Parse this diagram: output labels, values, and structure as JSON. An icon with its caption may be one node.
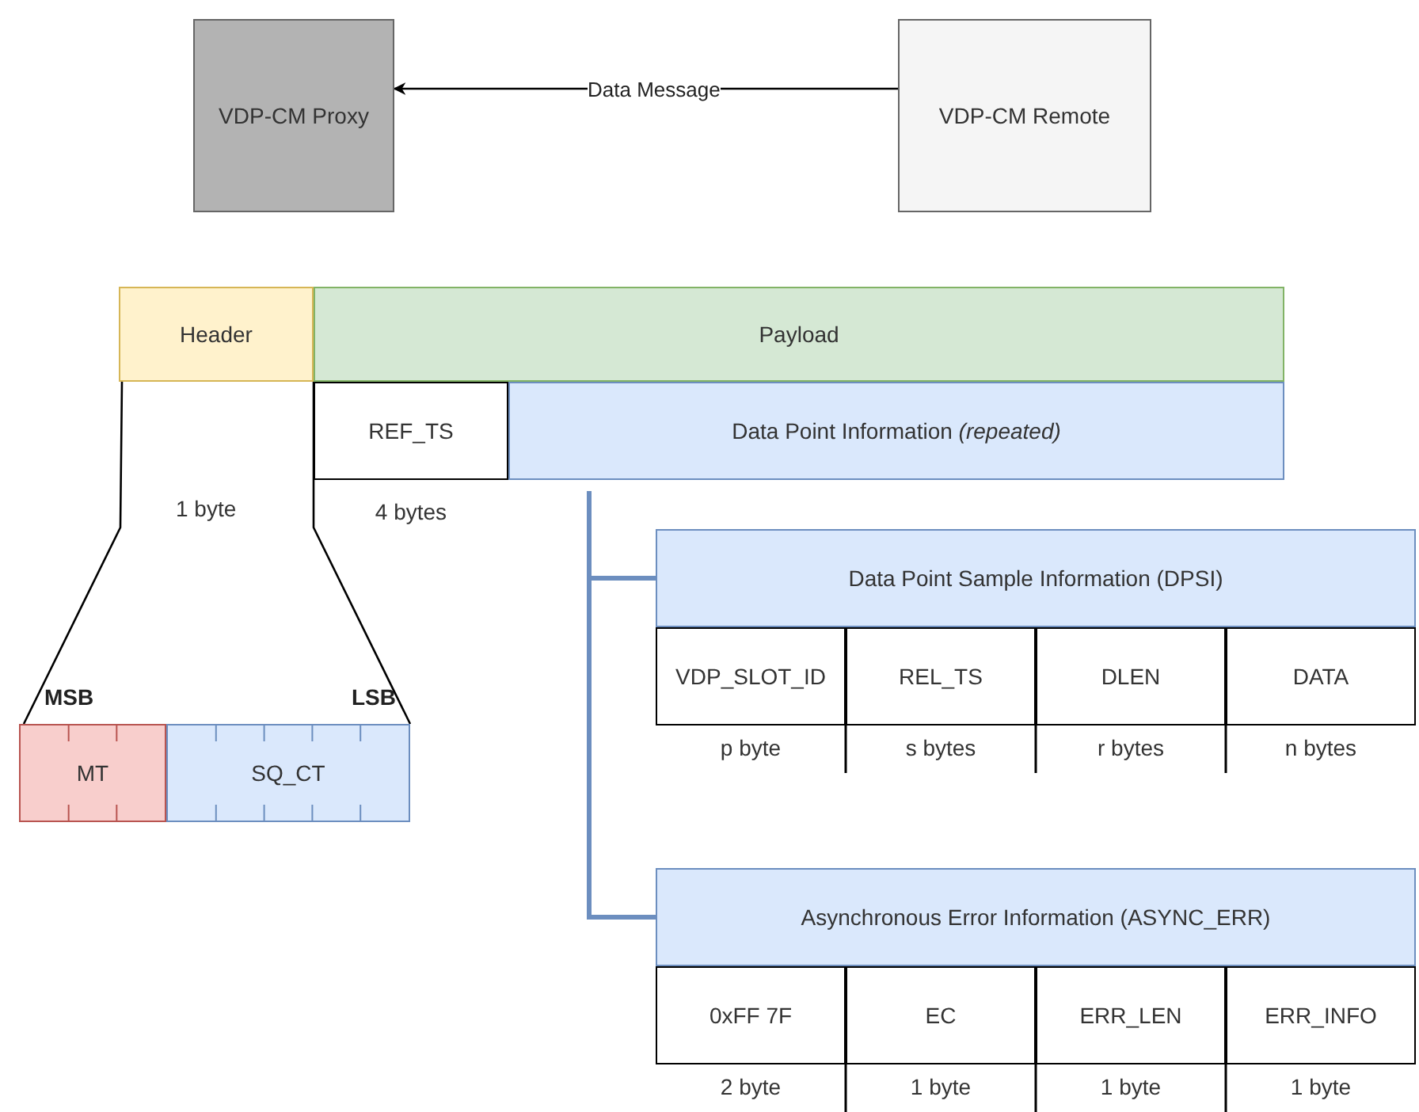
{
  "diagram": {
    "nodes": [
      {
        "text": [
          "VDP-CM Proxy"
        ]
      },
      {
        "text": [
          "VDP-CM Remote"
        ]
      },
      {
        "text": [
          "Header"
        ]
      },
      {
        "text": [
          "Payload"
        ]
      },
      {
        "text": [
          "REF_TS"
        ],
        "beside": [
          "4 bytes"
        ]
      },
      {
        "text": [
          "Data Point Information *(repeated)*"
        ]
      },
      {
        "text": [
          "Data Point Sample Information (DPSI)"
        ]
      },
      {
        "text": [
          "VDP_SLOT_ID"
        ],
        "beside": [
          "p byte"
        ]
      },
      {
        "text": [
          "REL_TS"
        ],
        "beside": [
          "s bytes"
        ]
      },
      {
        "text": [
          "DLEN"
        ],
        "beside": [
          "r bytes"
        ]
      },
      {
        "text": [
          "DATA"
        ],
        "beside": [
          "n bytes"
        ]
      },
      {
        "text": [
          "Asynchronous Error Information (ASYNC_ERR)"
        ]
      },
      {
        "text": [
          "0xFF 7F"
        ],
        "beside": [
          "2 byte"
        ]
      },
      {
        "text": [
          "EC"
        ],
        "beside": [
          "1 byte"
        ]
      },
      {
        "text": [
          "ERR_LEN"
        ],
        "beside": [
          "1 byte"
        ]
      },
      {
        "text": [
          "ERR_INFO"
        ],
        "beside": [
          "1 byte"
        ]
      },
      {
        "text": [
          "MT"
        ]
      },
      {
        "text": [
          "SQ_CT"
        ]
      }
    ],
    "edges": [
      {
        "from": 1,
        "to": 0,
        "arrow": "to",
        "label": "Data Message"
      },
      {
        "from": 2,
        "to": 16,
        "arrow": "none"
      },
      {
        "from": 2,
        "to": 17,
        "arrow": "none"
      },
      {
        "from": 5,
        "to": 6,
        "arrow": "none",
        "style": "thick",
        "color": "#6c8ebf"
      },
      {
        "from": 5,
        "to": 11,
        "arrow": "none",
        "style": "thick",
        "color": "#6c8ebf"
      }
    ],
    "labels": [
      "1 byte",
      "MSB",
      "LSB"
    ]
  }
}
